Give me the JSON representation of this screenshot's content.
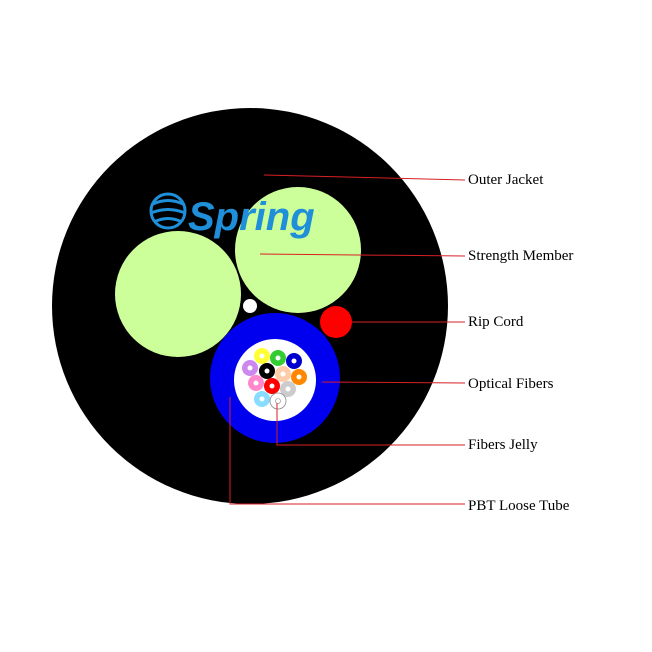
{
  "brand": {
    "name": "Spring",
    "logo_icon": "spring-globe-icon",
    "logo_color": "#1e8fd8"
  },
  "labels": {
    "outer_jacket": "Outer Jacket",
    "strength_member": "Strength Member",
    "rip_cord": "Rip Cord",
    "optical_fibers": "Optical Fibers",
    "fibers_jelly": "Fibers Jelly",
    "pbt_loose_tube": "PBT Loose Tube"
  },
  "colors": {
    "jacket": "#000000",
    "strength_member": "#ccff99",
    "rip_cord": "#ff0000",
    "loose_tube": "#0000ee",
    "jelly": "#ffffff",
    "leader_line": "#d81f26",
    "fibers": [
      "#ffff33",
      "#33cc33",
      "#0000cc",
      "#cc88ee",
      "#000000",
      "#ffccaa",
      "#ff8800",
      "#ff88cc",
      "#ff0000",
      "#cccccc",
      "#88ddff",
      "#ffffff"
    ]
  }
}
